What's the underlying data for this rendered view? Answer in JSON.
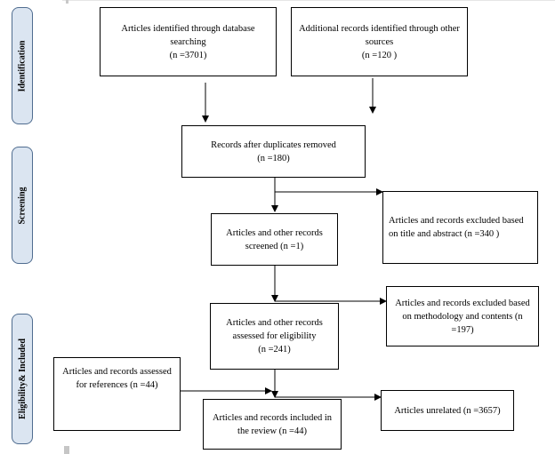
{
  "phases": {
    "identification": "Identification",
    "screening": "Screening",
    "eligibility": "Eligibility& Included"
  },
  "boxes": {
    "db_search": "Articles identified through database searching\n(n =3701)",
    "other_sources": "Additional records identified through other sources\n(n =120 )",
    "after_duplicates": "Records after duplicates removed\n(n =180)",
    "excluded_title": "Articles and records excluded based on title and abstract (n =340 )",
    "screened": "Articles and other records screened (n =1)",
    "excluded_method": "Articles and records excluded based on methodology and contents (n =197)",
    "eligibility": "Articles and other records assessed for eligibility\n(n =241)",
    "references": "Articles and records assessed for references (n =44)",
    "included": "Articles and records included in the review (n =44)",
    "unrelated": "Articles unrelated (n =3657)"
  }
}
